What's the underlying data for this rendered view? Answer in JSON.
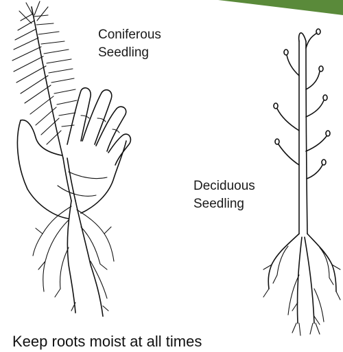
{
  "labels": {
    "coniferous": {
      "line1": "Coniferous",
      "line2": "Seedling"
    },
    "deciduous": {
      "line1": "Deciduous",
      "line2": "Seedling"
    }
  },
  "caption": "Keep roots moist at all times",
  "colors": {
    "ink": "#111111",
    "corner_band": "#5a8a3a",
    "background": "#ffffff"
  }
}
